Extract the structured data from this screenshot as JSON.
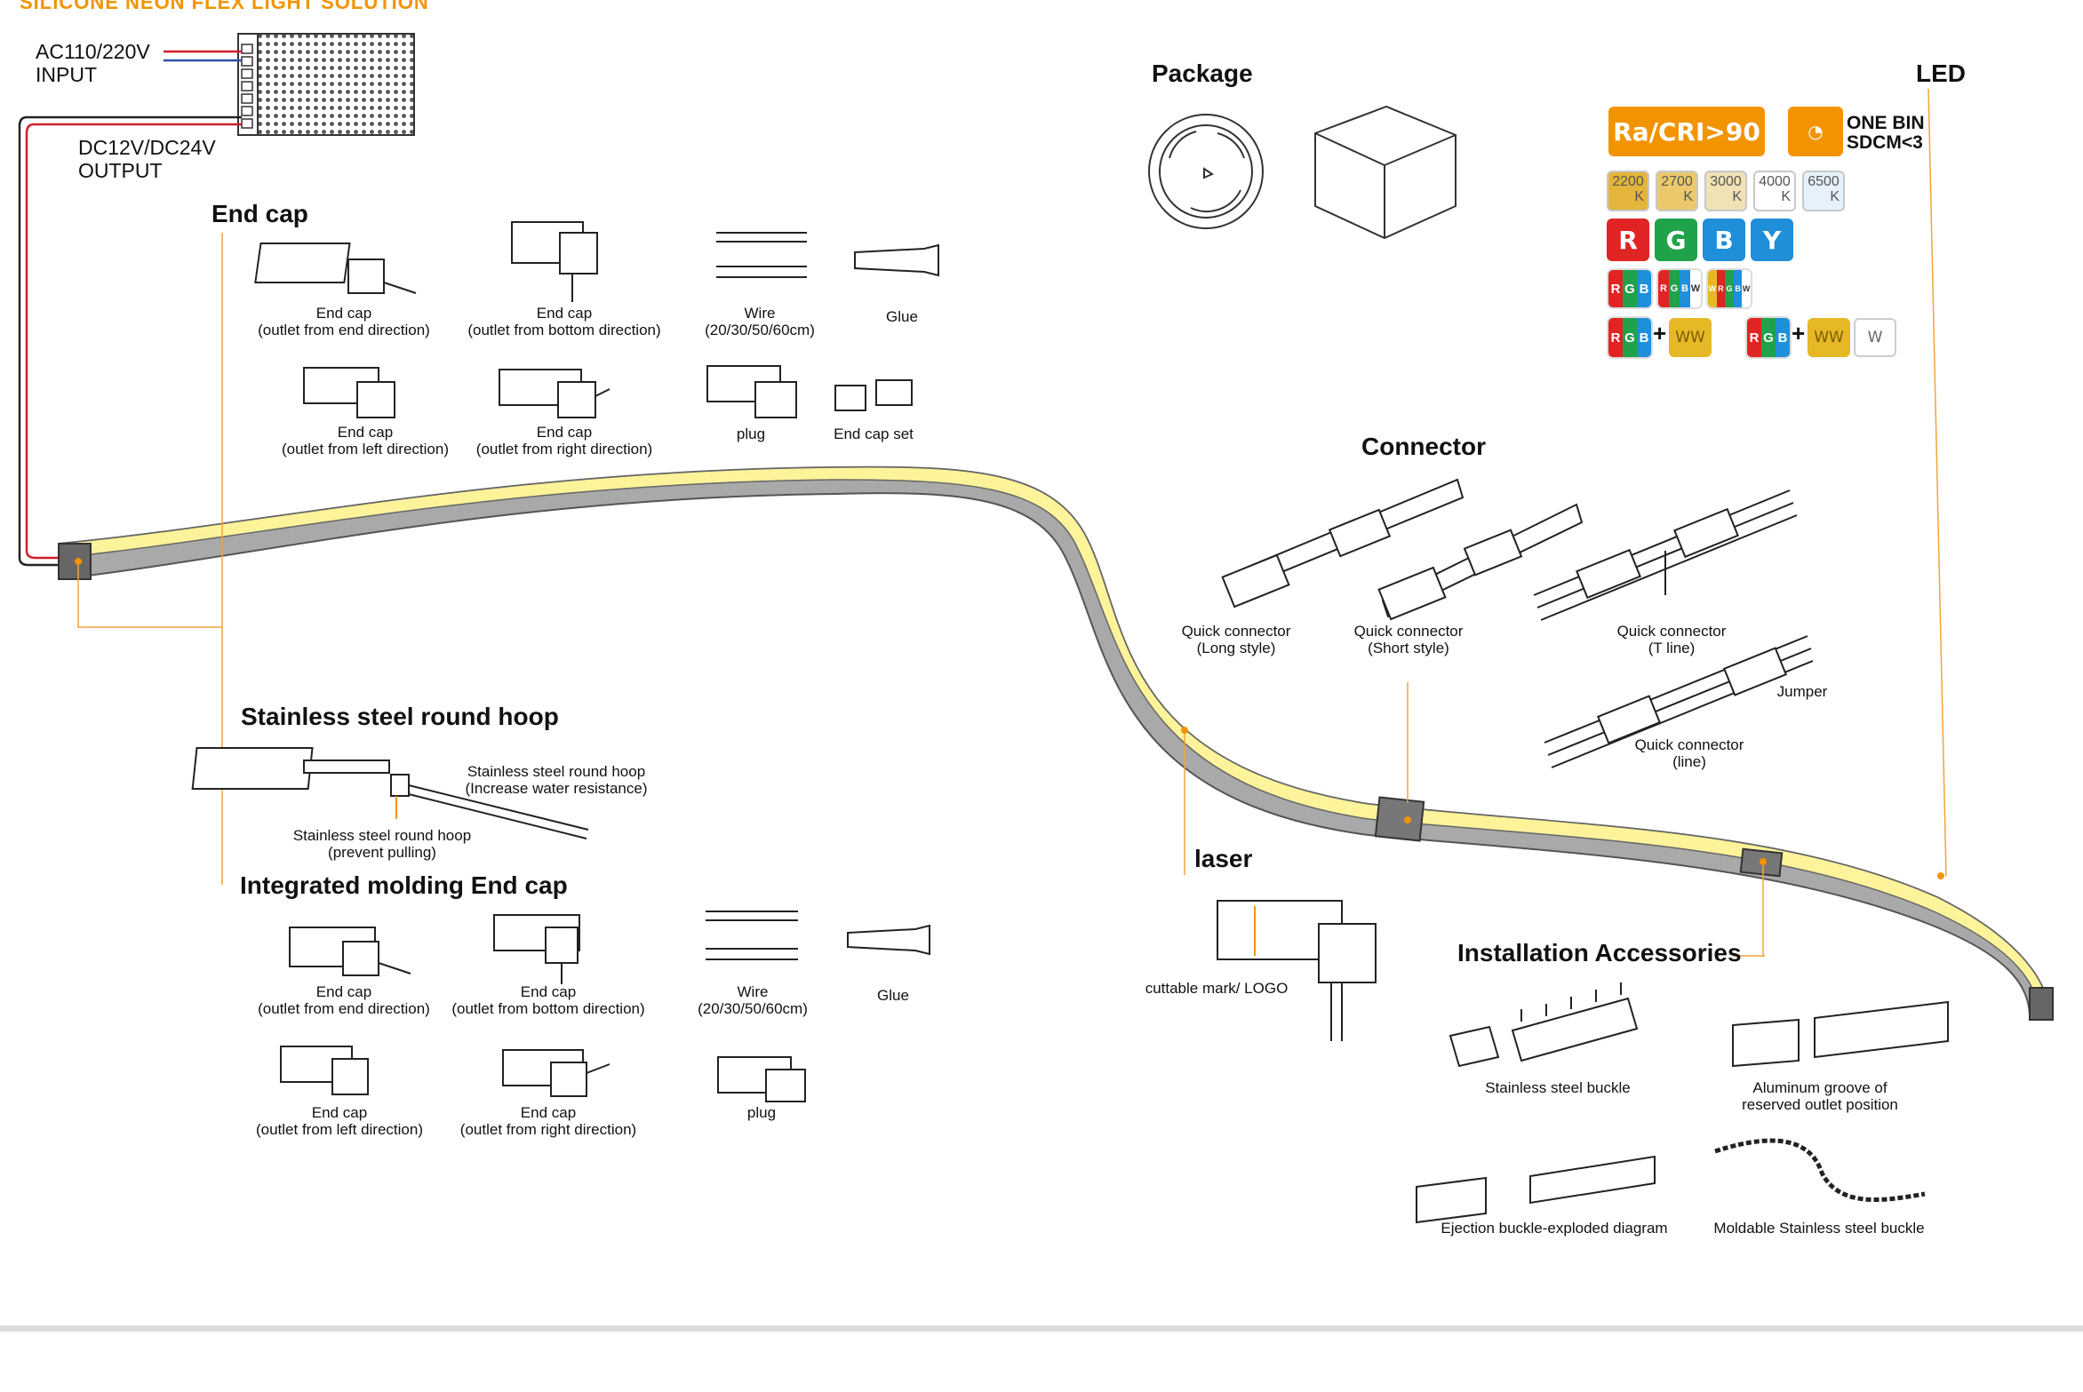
{
  "title": "SILICONE NEON FLEX LIGHT SOLUTION",
  "power": {
    "input_voltage": "AC110/220V",
    "input_label": "INPUT",
    "output_voltage": "DC12V/DC24V",
    "output_label": "OUTPUT"
  },
  "sections": {
    "end_cap": "End cap",
    "package": "Package",
    "led": "LED",
    "connector": "Connector",
    "hoop": "Stainless steel round hoop",
    "integrated": "Integrated molding End cap",
    "laser": "laser",
    "installation": "Installation Accessories"
  },
  "end_cap_items": {
    "end_dir": [
      "End cap",
      "(outlet from end direction)"
    ],
    "bottom_dir": [
      "End cap",
      "(outlet from bottom direction)"
    ],
    "wire": [
      "Wire",
      "(20/30/50/60cm)"
    ],
    "glue": "Glue",
    "left_dir": [
      "End cap",
      "(outlet from left direction)"
    ],
    "right_dir": [
      "End cap",
      "(outlet from right direction)"
    ],
    "plug": "plug",
    "set": "End cap set"
  },
  "hoop_items": {
    "water": [
      "Stainless steel round hoop",
      "(Increase water resistance)"
    ],
    "pull": [
      "Stainless steel round hoop",
      "(prevent pulling)"
    ]
  },
  "integrated_items": {
    "end_dir": [
      "End cap",
      "(outlet from end direction)"
    ],
    "bottom_dir": [
      "End cap",
      "(outlet from bottom direction)"
    ],
    "wire": [
      "Wire",
      "(20/30/50/60cm)"
    ],
    "glue": "Glue",
    "left_dir": [
      "End cap",
      "(outlet from left direction)"
    ],
    "right_dir": [
      "End cap",
      "(outlet from right direction)"
    ],
    "plug": "plug"
  },
  "connector_items": {
    "long": [
      "Quick connector",
      "(Long style)"
    ],
    "short": [
      "Quick connector",
      "(Short style)"
    ],
    "tline": [
      "Quick connector",
      "(T line)"
    ],
    "jumper": "Jumper",
    "line": [
      "Quick connector",
      "(line)"
    ]
  },
  "laser_caption": "cuttable mark/ LOGO",
  "installation_items": {
    "buckle": "Stainless steel buckle",
    "groove": [
      "Aluminum groove of",
      "reserved outlet position"
    ],
    "ejection": "Ejection buckle-exploded diagram",
    "moldable": "Moldable Stainless steel buckle"
  },
  "led": {
    "cri_badge": "Ra/CRI>90",
    "bin": [
      "ONE BIN",
      "SDCM<3"
    ],
    "cct": [
      {
        "value": "2200",
        "unit": "K",
        "color": "#e3b53a"
      },
      {
        "value": "2700",
        "unit": "K",
        "color": "#ebc96a"
      },
      {
        "value": "3000",
        "unit": "K",
        "color": "#f1e2b5"
      },
      {
        "value": "4000",
        "unit": "K",
        "color": "#ffffff"
      },
      {
        "value": "6500",
        "unit": "K",
        "color": "#e6f1fb"
      }
    ],
    "colors": [
      {
        "letter": "R",
        "color": "#e02424"
      },
      {
        "letter": "G",
        "color": "#1fa24a"
      },
      {
        "letter": "B",
        "color": "#1e8fd8"
      },
      {
        "letter": "Y",
        "color": "#1e8fd8"
      }
    ],
    "multi": [
      "RGB",
      "RGBW",
      "RGBWW"
    ],
    "combo_a": [
      "RGB",
      "+",
      "WW"
    ],
    "combo_b": [
      "RGB",
      "+",
      "WW",
      "W"
    ]
  },
  "colors": {
    "accent": "#f29400",
    "strip_top": "#fbf28f",
    "strip_side": "#a8a8a8",
    "cri": "#f29400",
    "ww": "#e6b825"
  }
}
